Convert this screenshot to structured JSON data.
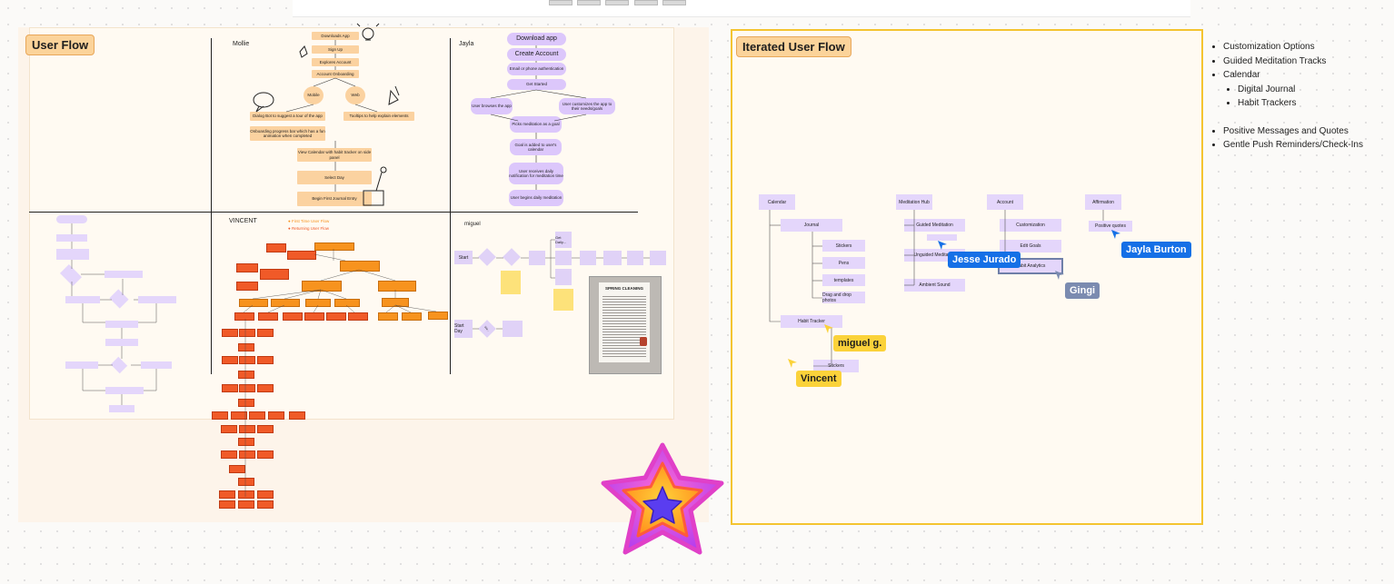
{
  "user_flow": {
    "label": "User Flow",
    "mollie": {
      "name": "Mollie",
      "steps": [
        "Downloads App",
        "Sign Up",
        "Explores Account",
        "Account Onboarding",
        "Mobile",
        "Web",
        "Dialog Bot to suggest a tour of the app",
        "Tooltips to help explain elements",
        "Onboarding progress bar which has a fun animation when completed",
        "View Calendar with habit tracker on side panel",
        "Select Day",
        "Begin First Journal Entry"
      ]
    },
    "jayla": {
      "name": "Jayla",
      "steps": [
        "Download app",
        "Create Account",
        "Email or phone authentication",
        "Get Started",
        "User browses the app",
        "User customizes the app to their needs/goals",
        "Picks meditation as a goal",
        "Goal is added to user's calendar",
        "User receives daily notification for meditation time",
        "User begins daily meditation"
      ]
    },
    "vincent": {
      "name": "VINCENT",
      "legend": [
        "First Time User Flow",
        "Returning User Flow"
      ]
    },
    "miguel": {
      "name": "miguel",
      "nodes": [
        "Start",
        "Get Daily...",
        "Start Day",
        "Wa..."
      ],
      "photo_caption": "SPRING CLEANING"
    }
  },
  "iterated_flow": {
    "label": "Iterated User Flow",
    "columns": [
      "Calendar",
      "Meditation Hub",
      "Account",
      "Affirmation"
    ],
    "calendar_items": [
      "Journal",
      "Stickers",
      "Pens",
      "templates",
      "Drag and drop photos",
      "Habit Tracker",
      "Stickers"
    ],
    "meditation_items": [
      "Guided Meditation",
      "Unguided Meditation",
      "Ambient Sound"
    ],
    "account_items": [
      "Customization",
      "Edit Goals",
      "Habit Analytics"
    ],
    "affirmation_items": [
      "Positive quotes"
    ]
  },
  "cursors": [
    {
      "name": "Jesse Jurado",
      "color": "#1570e6"
    },
    {
      "name": "Jayla Burton",
      "color": "#1570e6"
    },
    {
      "name": "Gingi",
      "color": "#7b8bb0"
    },
    {
      "name": "miguel g.",
      "color": "#fbd23a"
    },
    {
      "name": "Vincent",
      "color": "#fbd23a"
    }
  ],
  "notes": {
    "items": [
      {
        "text": "Customization Options",
        "level": 0
      },
      {
        "text": "Guided Meditation Tracks",
        "level": 0
      },
      {
        "text": "Calendar",
        "level": 0
      },
      {
        "text": "Digital Journal",
        "level": 1
      },
      {
        "text": "Habit Trackers",
        "level": 1
      },
      {
        "text": "Positive Messages and Quotes",
        "level": 0
      },
      {
        "text": "Gentle Push Reminders/Check-Ins",
        "level": 0
      }
    ]
  },
  "colors": {
    "accent": "#fbd39a",
    "frame_border": "#f4c430",
    "purple": "#dcc7fb",
    "orange": "#f05a28"
  }
}
